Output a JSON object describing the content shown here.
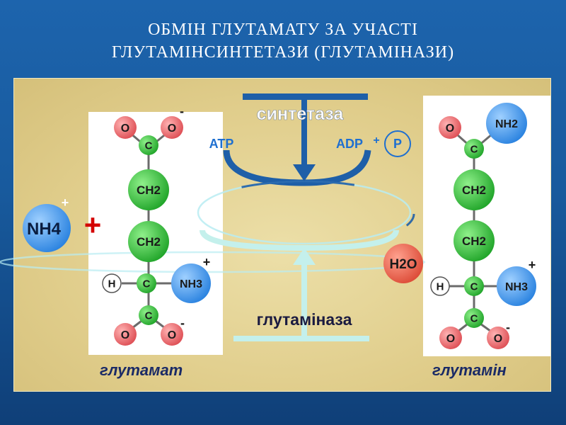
{
  "title": {
    "line1": "ОБМІН ГЛУТАМАТУ ЗА УЧАСТІ",
    "line2": "ГЛУТАМІНСИНТЕТАЗИ (ГЛУТАМІНАЗИ)"
  },
  "enzymes": {
    "synthetase": "синтетаза",
    "glutaminase": "глутаміназа"
  },
  "reaction": {
    "atp": "ATP",
    "adp": "ADP",
    "plus": "+",
    "p": "P",
    "big_plus": "+"
  },
  "ammonium": {
    "label": "NH4",
    "charge": "+"
  },
  "water": {
    "label": "H2O"
  },
  "glutamate": {
    "name": "глутамат",
    "o_top_left": "O",
    "o_top_right": "O",
    "charge_top": "-",
    "c_top": "C",
    "ch2_1": "CH2",
    "ch2_2": "CH2",
    "h": "H",
    "c_alpha": "C",
    "nh3": "NH3",
    "nh3_charge": "+",
    "c_bottom": "C",
    "o_bottom_left": "O",
    "o_bottom_right": "O",
    "charge_bottom": "-"
  },
  "glutamine": {
    "name": "глутамін",
    "o_top": "O",
    "nh2": "NH2",
    "c_top": "C",
    "ch2_1": "CH2",
    "ch2_2": "CH2",
    "h": "H",
    "c_alpha": "C",
    "nh3": "NH3",
    "nh3_charge": "+",
    "c_bottom": "C",
    "o_bottom_left": "O",
    "o_bottom_right": "O",
    "charge_bottom": "-"
  },
  "colors": {
    "carbon": "#33b838",
    "oxygen": "#e86060",
    "nitrogen": "#3b94ec",
    "hydrogen": "#ffffff",
    "water": "#e8604c",
    "enzyme_dark": "#1e5fa8",
    "enzyme_light": "#c4f0ec"
  }
}
